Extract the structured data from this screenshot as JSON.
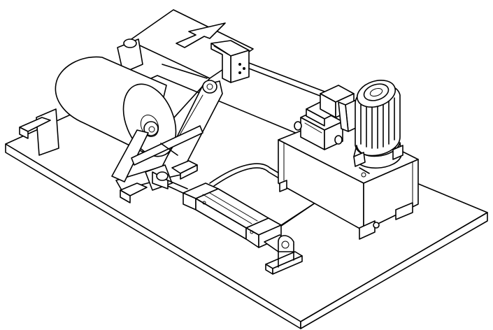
{
  "figure": {
    "type": "isometric line drawing",
    "style": "black ink on white",
    "colors": {
      "background": "#ffffff",
      "ink": "#000000"
    },
    "components": [
      "base-plate",
      "material-roll",
      "roll-frame",
      "web-sheet",
      "direction-arrow",
      "edge-sensor",
      "hydraulic-cylinder",
      "cylinder-mount",
      "hydraulic-power-unit",
      "servo-valve",
      "electric-motor",
      "hydraulic-hoses",
      "signal-cable"
    ]
  }
}
